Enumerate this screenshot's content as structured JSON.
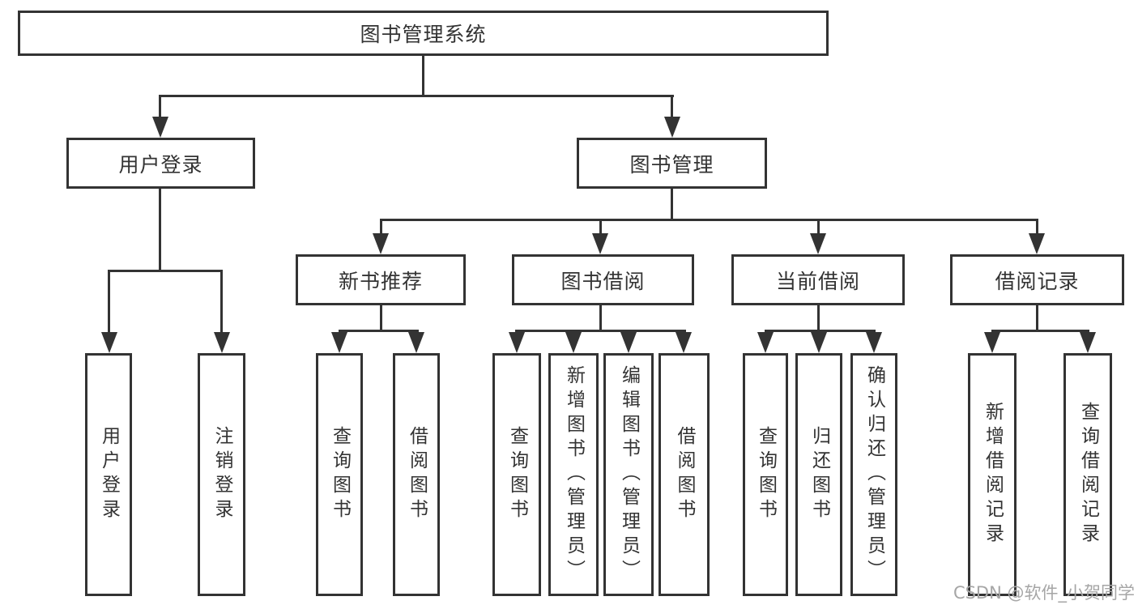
{
  "page": {
    "background_color": "#ffffff",
    "line_color": "#333333",
    "text_color": "#333333"
  },
  "tree": {
    "root": {
      "label": "图书管理系统"
    },
    "branches": [
      {
        "label": "用户登录",
        "children": [
          {
            "label": "用户登录"
          },
          {
            "label": "注销登录"
          }
        ]
      },
      {
        "label": "图书管理",
        "children": [
          {
            "label": "新书推荐",
            "children": [
              {
                "label": "查询图书"
              },
              {
                "label": "借阅图书"
              }
            ]
          },
          {
            "label": "图书借阅",
            "children": [
              {
                "label": "查询图书"
              },
              {
                "label": "新增图书（管理员）"
              },
              {
                "label": "编辑图书（管理员）"
              },
              {
                "label": "借阅图书"
              }
            ]
          },
          {
            "label": "当前借阅",
            "children": [
              {
                "label": "查询图书"
              },
              {
                "label": "归还图书"
              },
              {
                "label": "确认归还（管理员）"
              }
            ]
          },
          {
            "label": "借阅记录",
            "children": [
              {
                "label": "新增借阅记录"
              },
              {
                "label": "查询借阅记录"
              }
            ]
          }
        ]
      }
    ]
  },
  "watermark": {
    "text": "CSDN @软件_小贺同学",
    "color": "#a6a6a6"
  }
}
